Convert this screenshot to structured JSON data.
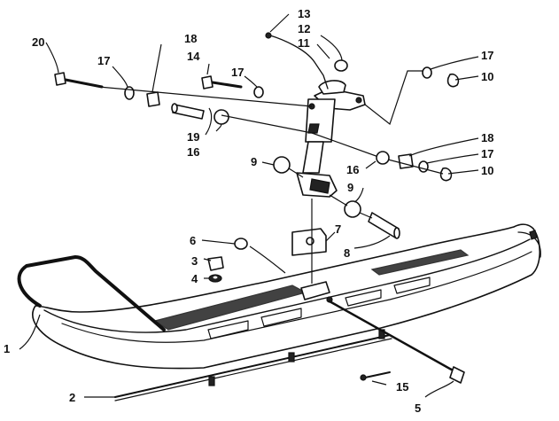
{
  "callouts": [
    {
      "id": "c1",
      "text": "1"
    },
    {
      "id": "c2",
      "text": "2"
    },
    {
      "id": "c3",
      "text": "3"
    },
    {
      "id": "c4",
      "text": "4"
    },
    {
      "id": "c5",
      "text": "5"
    },
    {
      "id": "c6",
      "text": "6"
    },
    {
      "id": "c7",
      "text": "7"
    },
    {
      "id": "c8",
      "text": "8"
    },
    {
      "id": "c9a",
      "text": "9"
    },
    {
      "id": "c9b",
      "text": "9"
    },
    {
      "id": "c10a",
      "text": "10"
    },
    {
      "id": "c10b",
      "text": "10"
    },
    {
      "id": "c11",
      "text": "11"
    },
    {
      "id": "c12",
      "text": "12"
    },
    {
      "id": "c13",
      "text": "13"
    },
    {
      "id": "c14",
      "text": "14"
    },
    {
      "id": "c15",
      "text": "15"
    },
    {
      "id": "c16a",
      "text": "16"
    },
    {
      "id": "c16b",
      "text": "16"
    },
    {
      "id": "c17a",
      "text": "17"
    },
    {
      "id": "c17b",
      "text": "17"
    },
    {
      "id": "c17c",
      "text": "17"
    },
    {
      "id": "c17d",
      "text": "17"
    },
    {
      "id": "c18a",
      "text": "18"
    },
    {
      "id": "c18b",
      "text": "18"
    },
    {
      "id": "c19",
      "text": "19"
    },
    {
      "id": "c20",
      "text": "20"
    }
  ]
}
